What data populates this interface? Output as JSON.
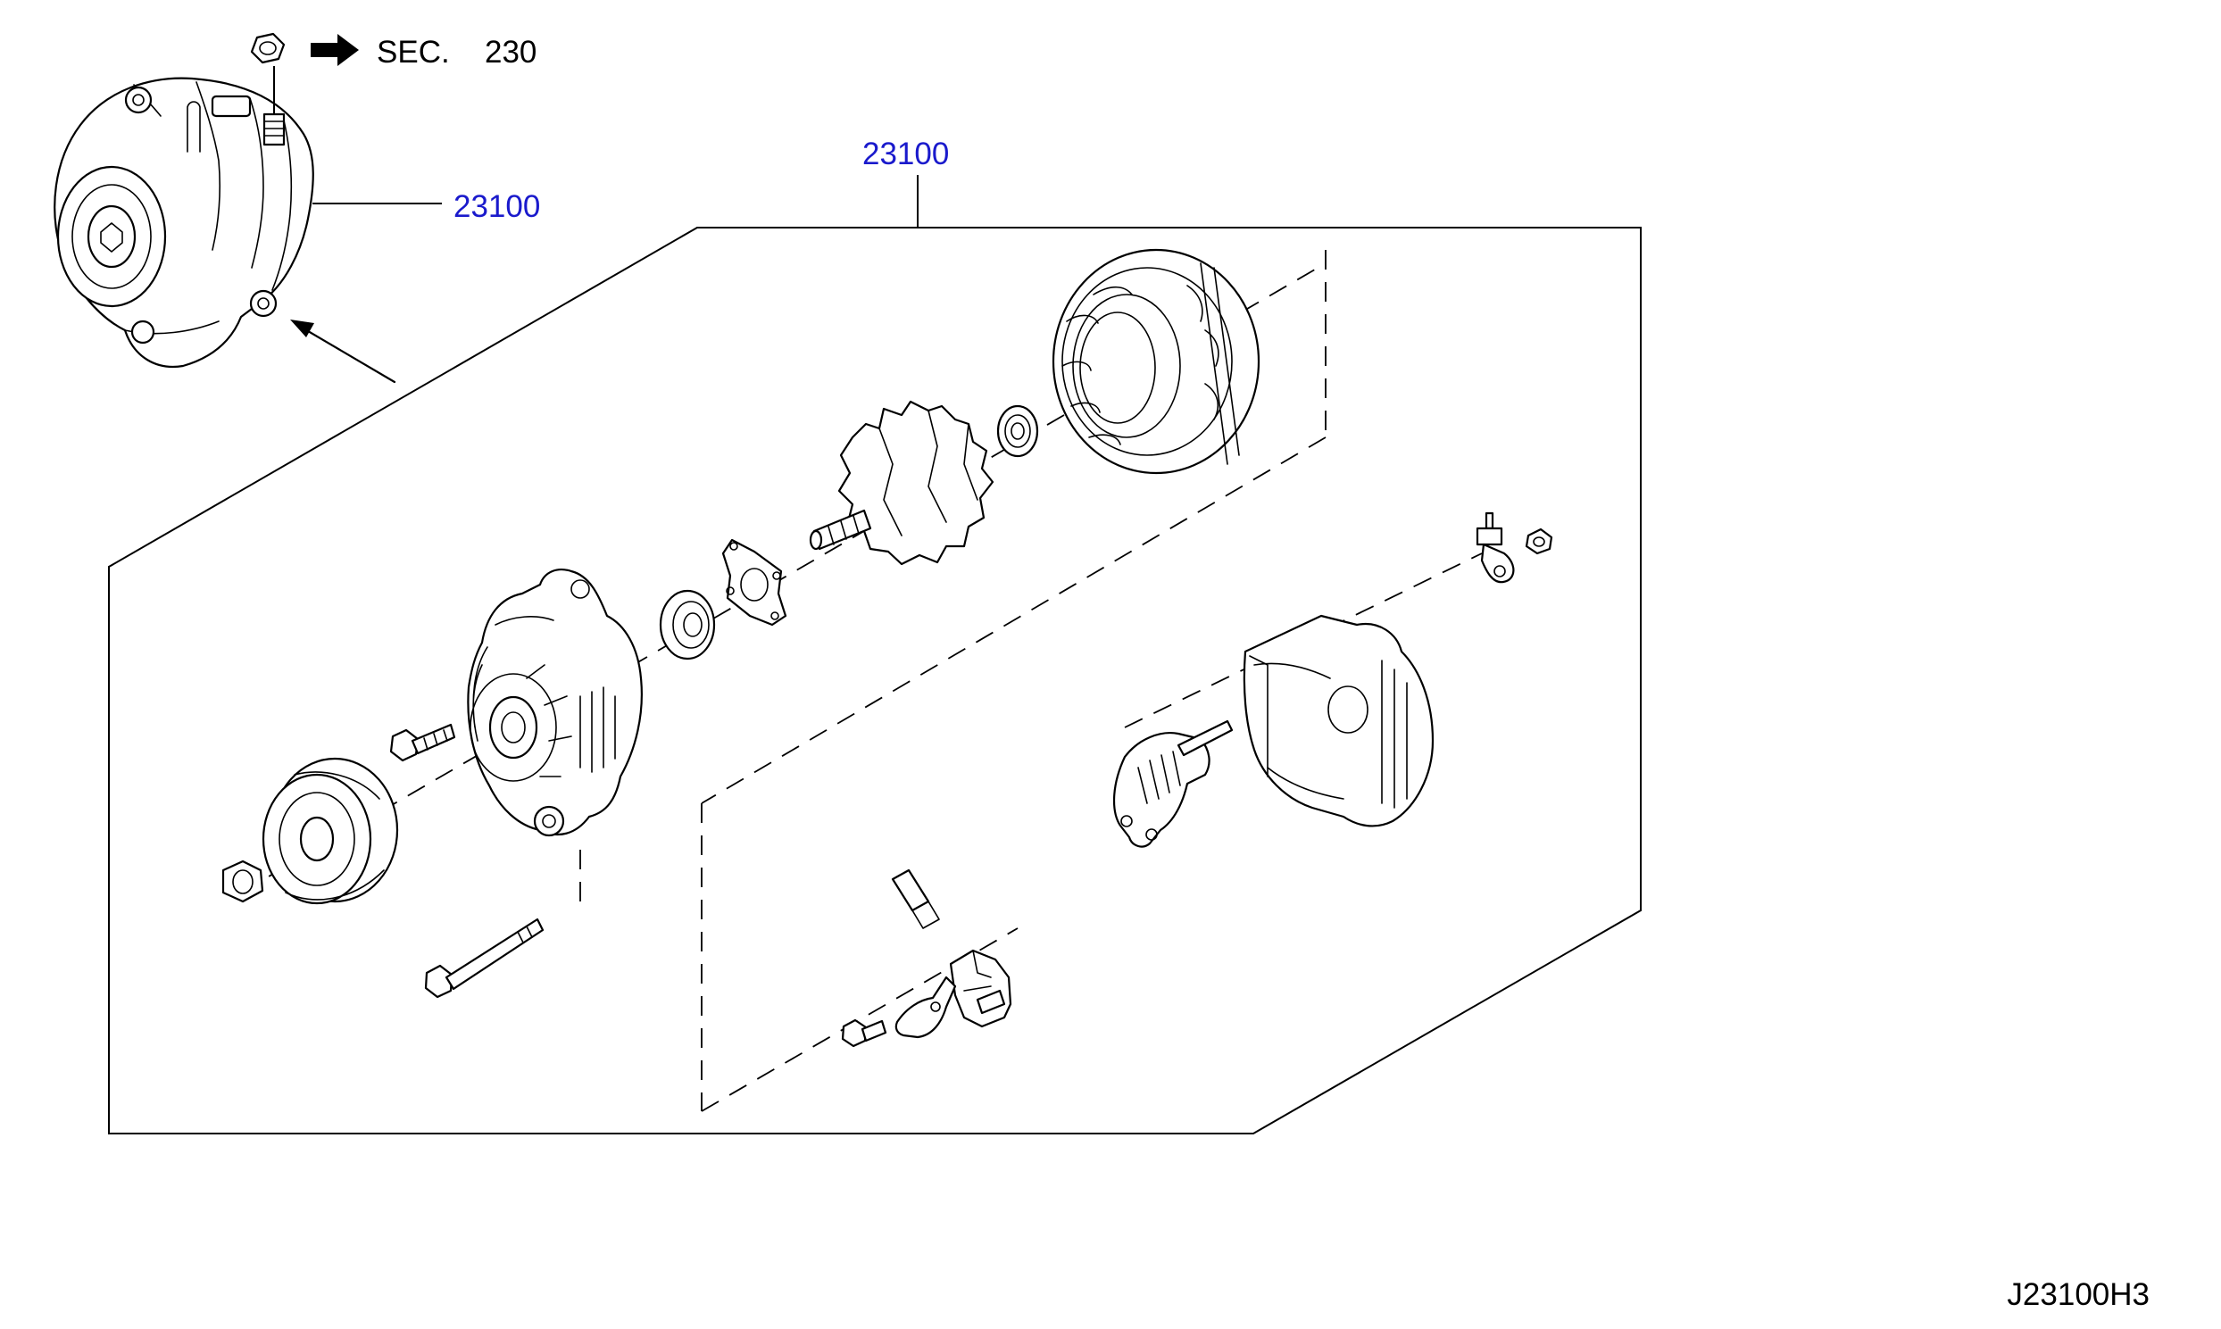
{
  "diagram": {
    "section_ref": {
      "label": "SEC.",
      "number": "230"
    },
    "callouts": [
      {
        "id": "assembly",
        "text": "23100"
      },
      {
        "id": "kit",
        "text": "23100"
      }
    ],
    "drawing_code": "J23100H3",
    "colors": {
      "callout": "#1a1acc",
      "line": "#000000",
      "background": "#ffffff"
    }
  }
}
